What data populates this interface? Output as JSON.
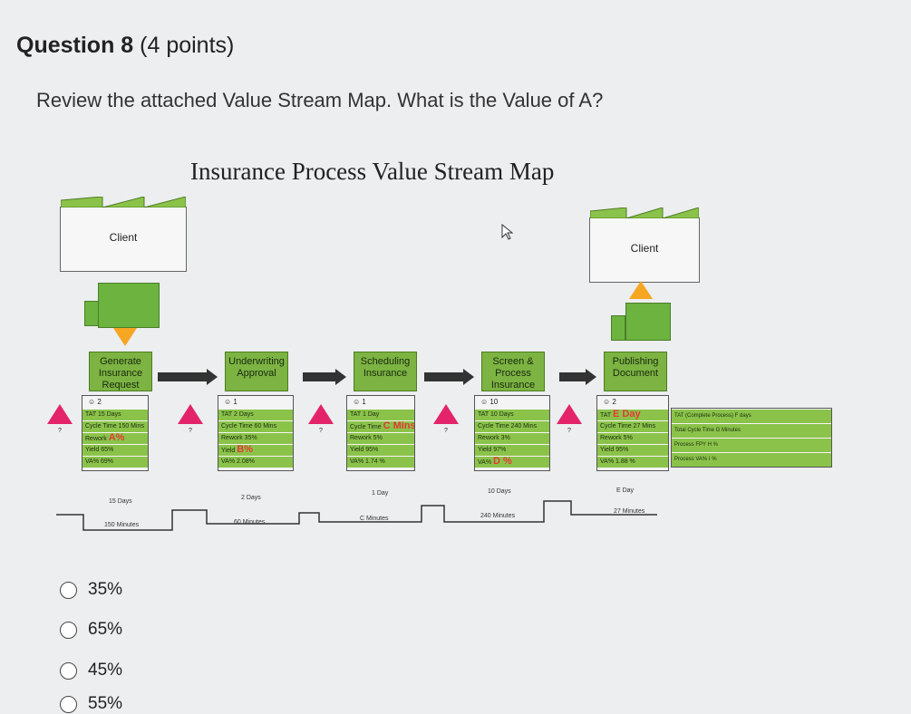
{
  "question": {
    "title": "Question 8",
    "points": "(4 points)",
    "text": "Review the attached Value Stream Map. What is the Value of A?"
  },
  "vsm": {
    "title": "Insurance Process Value Stream Map",
    "client_left": "Client",
    "client_right": "Client",
    "inventory_label": "?",
    "processes": [
      {
        "name": "Generate Insurance Request",
        "operators": "2",
        "lines": [
          "TAT 15 Days",
          "Cycle Time 150 Mins",
          "Rework ",
          "Yield 65%",
          "VA% 69%"
        ],
        "var": "A%",
        "var_line": 2
      },
      {
        "name": "Underwriting Approval",
        "operators": "1",
        "lines": [
          "TAT 2 Days",
          "Cycle Time 60 Mins",
          "Rework 35%",
          "Yield ",
          "VA% 2.08%"
        ],
        "var": "B%",
        "var_line": 3
      },
      {
        "name": "Scheduling Insurance",
        "operators": "1",
        "lines": [
          "TAT 1 Day",
          "Cycle Time ",
          "Rework 5%",
          "Yield 95%",
          "VA% 1.74 %"
        ],
        "var": "C Mins",
        "var_line": 1
      },
      {
        "name": "Screen & Process Insurance",
        "operators": "10",
        "lines": [
          "TAT 10 Days",
          "Cycle Time 240 Mins",
          "Rework 3%",
          "Yield 97%",
          "VA% "
        ],
        "var": "D %",
        "var_line": 4
      },
      {
        "name": "Publishing Document",
        "operators": "2",
        "lines": [
          "TAT ",
          "Cycle Time 27 Mins",
          "Rework 5%",
          "Yield 95%",
          "VA% 1.88 %"
        ],
        "var": "E Day",
        "var_line": 0
      }
    ],
    "summary": [
      "TAT (Complete Process) F days",
      "Total Cycle Time G Minutes",
      "Process FPY H %",
      "Process VA% I %"
    ],
    "timeline_top": [
      "15 Days",
      "2 Days",
      "1 Day",
      "10 Days",
      "E Day"
    ],
    "timeline_bottom": [
      "150 Minutes",
      "60 Minutes",
      "C Minutes",
      "240 Minutes",
      "27 Minutes"
    ]
  },
  "answers": [
    "35%",
    "65%",
    "45%",
    "55%"
  ],
  "colors": {
    "process_green": "#7cb342",
    "inventory_pink": "#e3246a",
    "arrow_orange": "#f5a623",
    "variable_red": "#e53935"
  }
}
